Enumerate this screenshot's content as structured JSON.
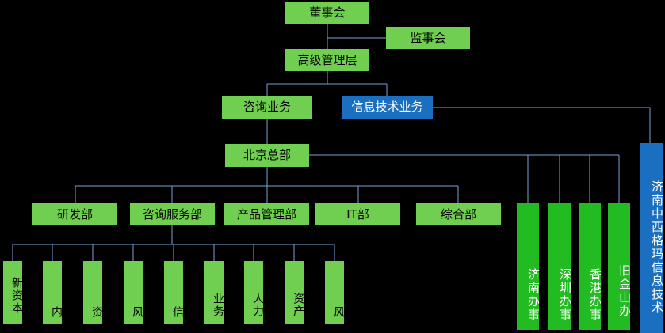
{
  "colors": {
    "background": "#000000",
    "light_green": "#70ce50",
    "bright_green": "#22bb22",
    "blue": "#1b6fc0",
    "line": "#7aa3d4",
    "node_text_dark": "#000000",
    "node_text_light": "#ffffff"
  },
  "nodes": {
    "board": "董事会",
    "supervisory": "监事会",
    "senior_mgmt": "高级管理层",
    "consulting": "咨询业务",
    "it_business": "信息技术业务",
    "beijing_hq": "北京总部",
    "rnd": "研发部",
    "consulting_service": "咨询服务部",
    "product_mgmt": "产品管理部",
    "it_dept": "IT部",
    "general_dept": "综合部",
    "sub_1": "新资本",
    "sub_2": "内",
    "sub_3": "资",
    "sub_4": "风",
    "sub_5": "信",
    "sub_6": "业务",
    "sub_7": "人力",
    "sub_8": "资产",
    "sub_9": "风",
    "office_jinan": "济南办事",
    "office_shenzhen": "深圳办事",
    "office_hongkong": "香港办事",
    "office_sf": "旧金山办",
    "jinan_tech": "济南中西格玛信息技术"
  }
}
